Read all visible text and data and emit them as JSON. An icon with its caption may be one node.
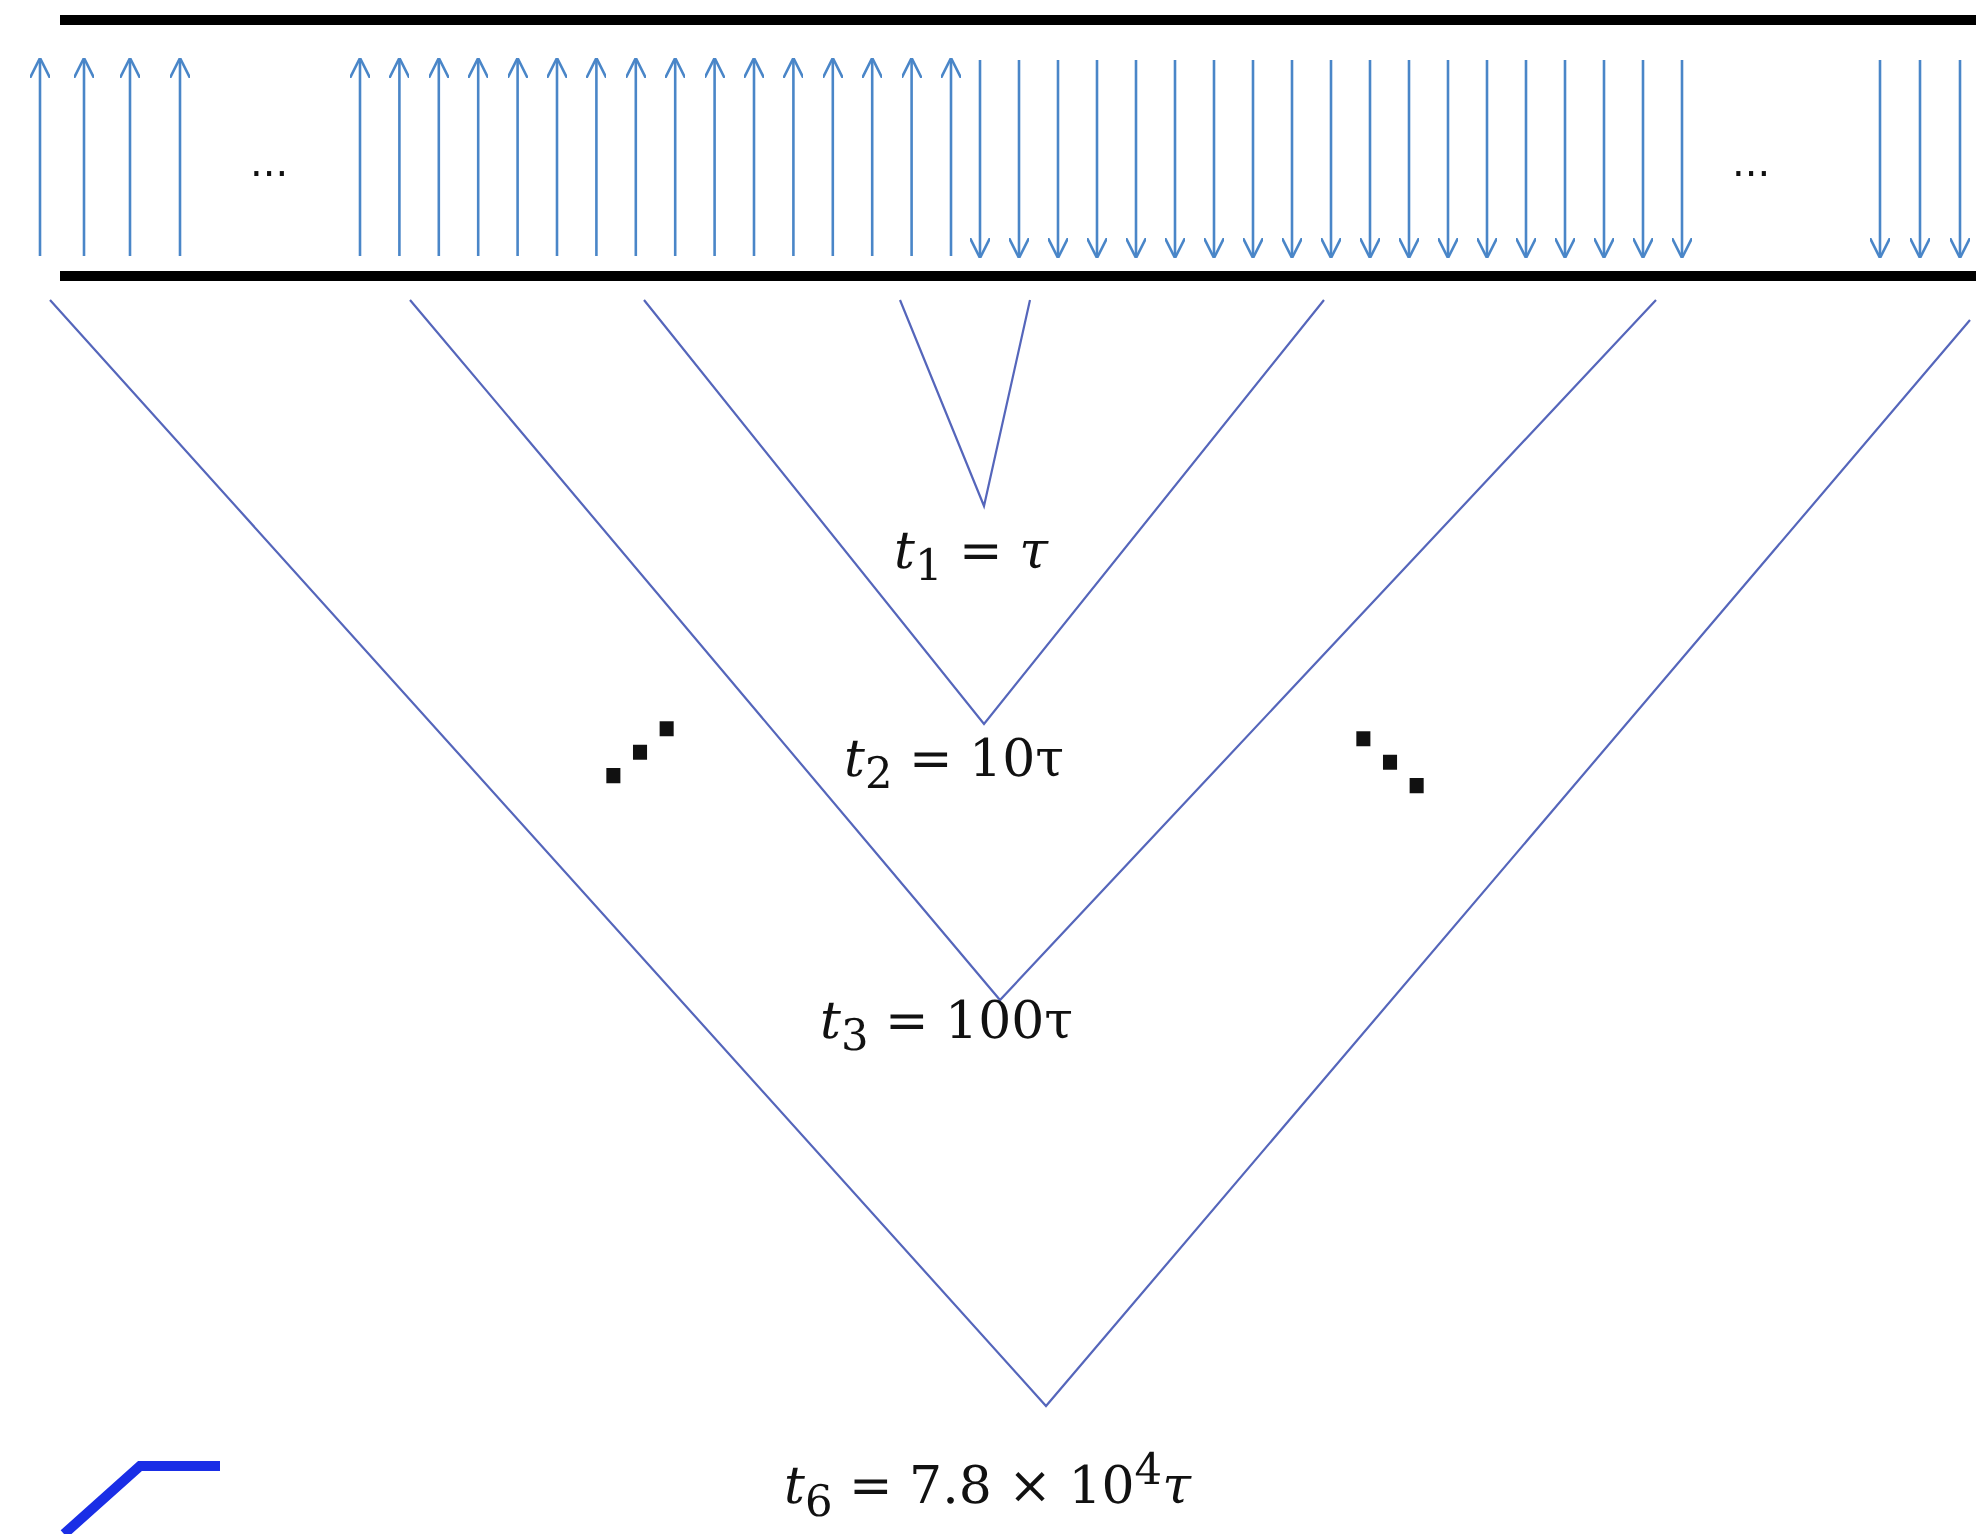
{
  "diagram": {
    "labels": [
      "...",
      "...",
      "*t*$_{1}$ = *τ*",
      "*t*$_{2}$ = 10τ",
      "⋰",
      "⋱",
      "*t*$_{3}$ = 100τ",
      "*t*$_{6}$ = 7.8 × 10$^{4}$*τ*"
    ]
  }
}
